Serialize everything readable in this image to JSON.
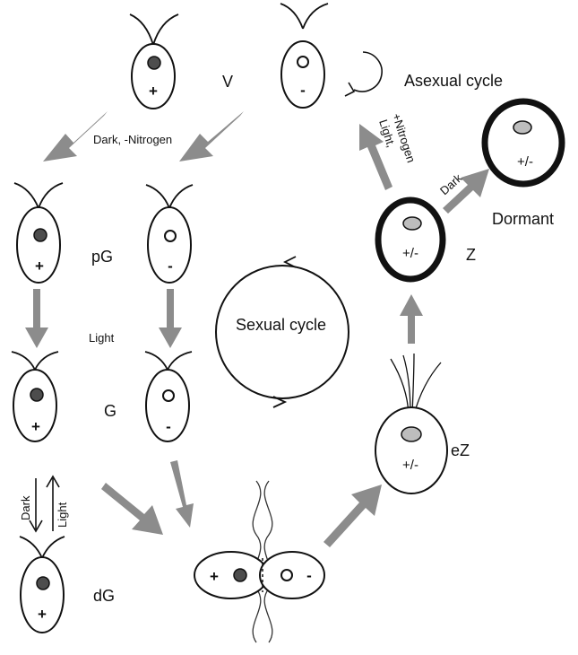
{
  "labels": {
    "V": "V",
    "asexual": "Asexual cycle",
    "dark_nitrogen": "Dark, -Nitrogen",
    "light_nitrogen_1": "Light,",
    "light_nitrogen_2": "+Nitrogen",
    "dark_z": "Dark",
    "dormant": "Dormant",
    "pG": "pG",
    "Z": "Z",
    "light_mid": "Light",
    "sexual": "Sexual cycle",
    "G": "G",
    "eZ": "eZ",
    "dark_side": "Dark",
    "light_side": "Light",
    "dG": "dG"
  },
  "signs": {
    "plus": "+",
    "minus": "-",
    "plus_minus": "+/-"
  },
  "colors": {
    "outline": "#111111",
    "arrow": "#8c8c8c",
    "nucleus_plus": "#4d4d4d",
    "nucleus_minus": "#ffffff",
    "nucleus_zygote": "#bdbdbd"
  }
}
